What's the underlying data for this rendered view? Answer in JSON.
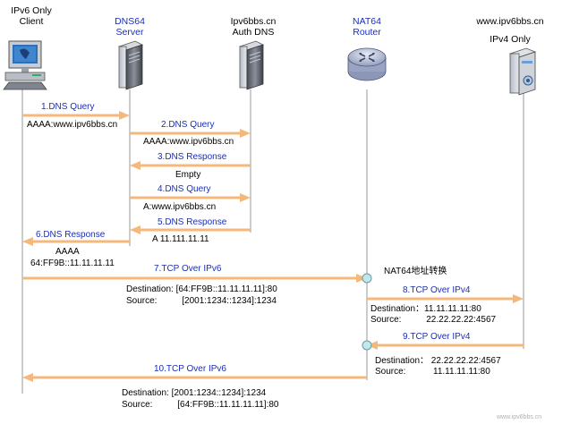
{
  "participants": [
    {
      "id": "client",
      "line1": "IPv6 Only",
      "line2": "Client",
      "color": "#000000"
    },
    {
      "id": "dns64",
      "line1": "DNS64",
      "line2": "Server",
      "color": "#1a2fb8"
    },
    {
      "id": "auth",
      "line1": "Ipv6bbs.cn",
      "line2": "Auth DNS",
      "color": "#000000"
    },
    {
      "id": "nat64",
      "line1": "NAT64",
      "line2": "Router",
      "color": "#1a2fb8"
    },
    {
      "id": "server",
      "line1": "www.ipv6bbs.cn",
      "line2": "IPv4 Only",
      "color": "#000000"
    }
  ],
  "messages": [
    {
      "label": "1.DNS Query",
      "from": "client",
      "to": "dns64"
    },
    {
      "label": "2.DNS Query",
      "from": "dns64",
      "to": "auth"
    },
    {
      "label": "3.DNS Response",
      "from": "auth",
      "to": "dns64"
    },
    {
      "label": "4.DNS Query",
      "from": "dns64",
      "to": "auth"
    },
    {
      "label": "5.DNS Response",
      "from": "auth",
      "to": "dns64"
    },
    {
      "label": "6.DNS Response",
      "from": "dns64",
      "to": "client"
    },
    {
      "label": "7.TCP Over IPv6",
      "from": "client",
      "to": "nat64"
    },
    {
      "label": "8.TCP Over IPv4",
      "from": "nat64",
      "to": "server"
    },
    {
      "label": "9.TCP Over IPv4",
      "from": "server",
      "to": "nat64"
    },
    {
      "label": "10.TCP Over IPv6",
      "from": "nat64",
      "to": "client"
    }
  ],
  "notes": {
    "n1": "AAAA:www.ipv6bbs.cn",
    "n2": "AAAA:www.ipv6bbs.cn",
    "n3": "Empty",
    "n4": "A:www.ipv6bbs.cn",
    "n5": "A  11.111.11.11",
    "n6a": "AAAA",
    "n6b": "64:FF9B::11.11.11.11",
    "nat": "NAT64地址转换",
    "n7a": "Destination: [64:FF9B::11.11.11.11]:80",
    "n7b": "Source:          [2001:1234::1234]:1234",
    "n8a": "Destination：11.11.11.11:80",
    "n8b": "Source:          22.22.22.22:4567",
    "n9a": "Destination： 22.22.22.22:4567",
    "n9b": "Source:           11.11.11.11:80",
    "n10a": "Destination: [2001:1234::1234]:1234",
    "n10b": "Source:          [64:FF9B::11.11.11.11]:80"
  },
  "watermark": "www.ipv6bbs.cn",
  "colors": {
    "arrow": "#f5b87c",
    "lifeline": "#9a9a9a",
    "label": "#1a2fb8",
    "natMarker": "#bfe8ec"
  },
  "icons": [
    "desktop-computer-icon",
    "server-tower-icon",
    "router-icon"
  ]
}
